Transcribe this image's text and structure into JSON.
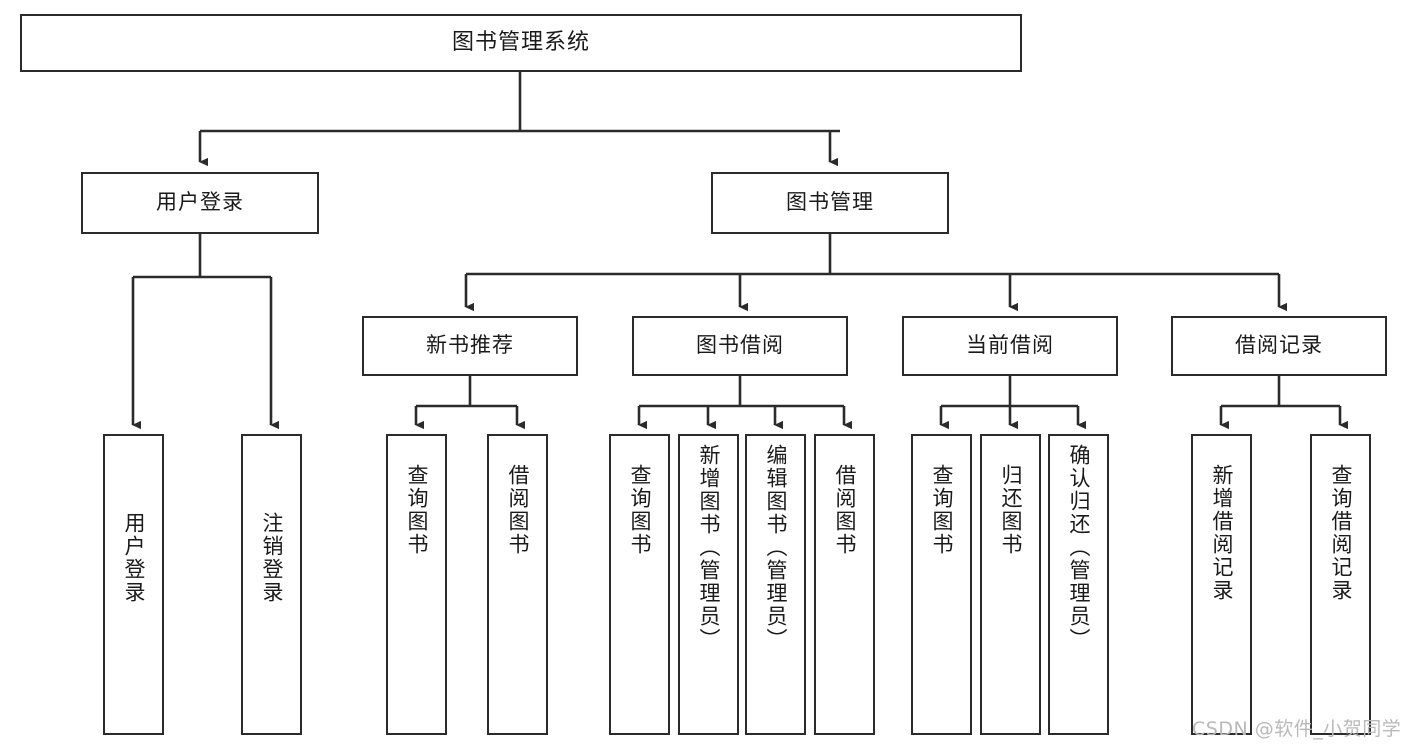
{
  "diagram": {
    "title": "图书管理系统",
    "type": "tree",
    "root": {
      "label": "图书管理系统",
      "name": "node-root-system"
    },
    "level2": [
      {
        "label": "用户登录",
        "name": "node-user-login"
      },
      {
        "label": "图书管理",
        "name": "node-book-management"
      }
    ],
    "level3": [
      {
        "label": "新书推荐",
        "name": "node-new-book-recommend"
      },
      {
        "label": "图书借阅",
        "name": "node-book-borrow"
      },
      {
        "label": "当前借阅",
        "name": "node-current-borrow"
      },
      {
        "label": "借阅记录",
        "name": "node-borrow-record"
      }
    ],
    "leaves": {
      "user_login": [
        {
          "label": "用户登录",
          "name": "leaf-user-login"
        },
        {
          "label": "注销登录",
          "name": "leaf-logout"
        }
      ],
      "new_book_recommend": [
        {
          "label": "查询图书",
          "name": "leaf-query-book-1"
        },
        {
          "label": "借阅图书",
          "name": "leaf-borrow-book-1"
        }
      ],
      "book_borrow": [
        {
          "label": "查询图书",
          "name": "leaf-query-book-2"
        },
        {
          "label": "新增图书（管理员）",
          "name": "leaf-add-book-admin"
        },
        {
          "label": "编辑图书（管理员）",
          "name": "leaf-edit-book-admin"
        },
        {
          "label": "借阅图书",
          "name": "leaf-borrow-book-2"
        }
      ],
      "current_borrow": [
        {
          "label": "查询图书",
          "name": "leaf-query-book-3"
        },
        {
          "label": "归还图书",
          "name": "leaf-return-book"
        },
        {
          "label": "确认归还（管理员）",
          "name": "leaf-confirm-return-admin"
        }
      ],
      "borrow_record": [
        {
          "label": "新增借阅记录",
          "name": "leaf-add-borrow-record"
        },
        {
          "label": "查询借阅记录",
          "name": "leaf-query-borrow-record"
        }
      ]
    },
    "watermark": "CSDN @软件_小贺同学",
    "colors": {
      "stroke": "#2b2b2b",
      "fill": "#ffffff",
      "text": "#1a1a1a",
      "watermark": "#b9b9b9"
    }
  }
}
